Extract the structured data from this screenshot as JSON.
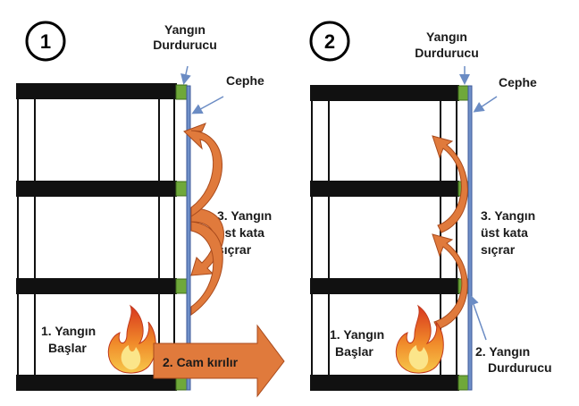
{
  "panel1": {
    "number": "1",
    "firestop_label": [
      "Yangın",
      "Durdurucu"
    ],
    "facade_label": "Cephe",
    "step3_label": [
      "3. Yangın",
      "üst kata",
      "sıçrar"
    ],
    "step1_label": [
      "1. Yangın",
      "Başlar"
    ],
    "step2_label": "2. Cam kırılır"
  },
  "panel2": {
    "number": "2",
    "firestop_label": [
      "Yangın",
      "Durdurucu"
    ],
    "facade_label": "Cephe",
    "step3_label": [
      "3. Yangın",
      "üst kata",
      "sıçrar"
    ],
    "step1_label": [
      "1. Yangın",
      "Başlar"
    ],
    "step2_label": [
      "2. Yangın",
      "Durdurucu"
    ]
  },
  "colors": {
    "slab": "#111111",
    "firestop": "#6fa83a",
    "facade": "#6f8fc8",
    "arrow": "#e07a3c",
    "arrow_outline": "#a94a1c",
    "leader": "#6b8cc4"
  },
  "icons": [
    "fire-icon",
    "fire-icon"
  ]
}
